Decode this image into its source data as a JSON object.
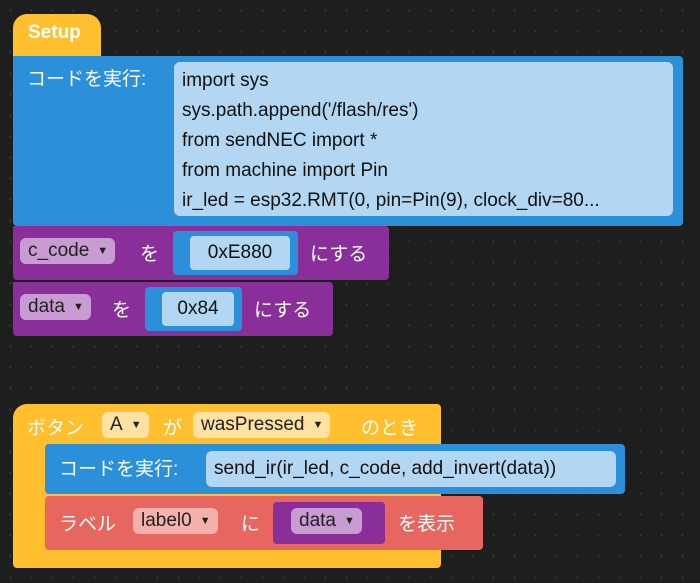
{
  "setup": {
    "hat_label": "Setup",
    "exec_label": "コードを実行:",
    "code_lines": [
      "import sys",
      "sys.path.append('/flash/res')",
      "from sendNEC import *",
      "from machine import Pin",
      "ir_led = esp32.RMT(0, pin=Pin(9), clock_div=80..."
    ]
  },
  "set_blocks": [
    {
      "variable": "c_code",
      "wo_label": "を",
      "value": "0xE880",
      "suru_label": "にする"
    },
    {
      "variable": "data",
      "wo_label": "を",
      "value": "0x84",
      "suru_label": "にする"
    }
  ],
  "button_event": {
    "button_label": "ボタン",
    "button_value": "A",
    "ga_label": "が",
    "event_value": "wasPressed",
    "toki_label": "のとき",
    "exec_label": "コードを実行:",
    "exec_code": "send_ir(ir_led, c_code, add_invert(data))",
    "label_block": {
      "prefix": "ラベル",
      "label_name": "label0",
      "ni_label": "に",
      "var_value": "data",
      "suffix": "を表示"
    }
  },
  "colors": {
    "event_yellow": "#ffbf2f",
    "exec_blue": "#2c8fd9",
    "variable_purple": "#8a2f9a",
    "label_red": "#e7665f",
    "code_box": "#b3d7f2"
  }
}
